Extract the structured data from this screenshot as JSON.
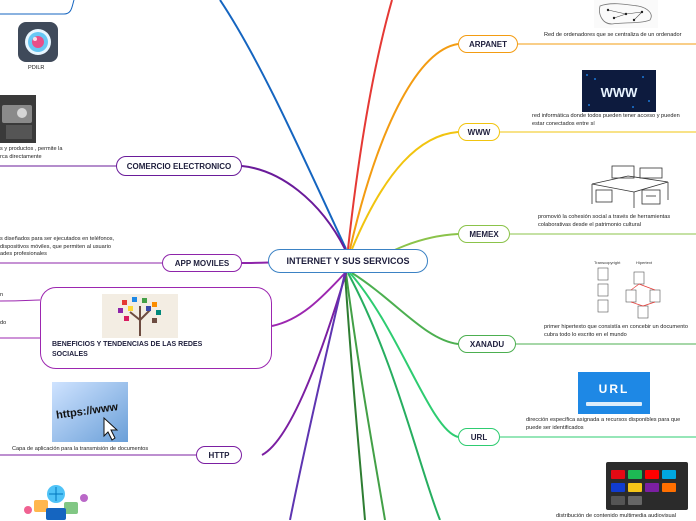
{
  "central": {
    "title": "INTERNET Y SUS SERVICOS"
  },
  "right_branches": [
    {
      "label": "ARPANET",
      "note": "Red de ordenadores que se centraliza de un ordenador"
    },
    {
      "label": "WWW",
      "note_lines": [
        "red informática donde todos pueden tener acceso y pueden",
        "estar conectados entre sí"
      ]
    },
    {
      "label": "MEMEX",
      "note_lines": [
        "promovió la cohesión social a través de herramientas",
        "colaborativas desde el patrimonio cultural"
      ]
    },
    {
      "label": "XANADU",
      "note_lines": [
        "primer hipertexto que consistía en concebir un documento",
        "cubra todo lo escrito en el mundo"
      ]
    },
    {
      "label": "URL",
      "note_lines": [
        "dirección específica asignada a recursos disponibles para que",
        "puede ser identificados"
      ]
    },
    {
      "label": "",
      "note": "distribución de contenido multimedia audiovisual"
    }
  ],
  "left_branches": {
    "pdlr": {
      "label": "PDILR"
    },
    "comercio": {
      "label": "COMERCIO ELECTRONICO",
      "note_lines": [
        "s y productos , permite la",
        "rca directamente"
      ]
    },
    "app": {
      "label": "APP MOVILES",
      "note_lines": [
        "s diseñados para ser ejecutados en teléfonos,",
        "dispositivos móviles, que permiten al usuario",
        "ades profesionales"
      ]
    },
    "redes": {
      "title_lines": [
        "BENEFICIOS Y TENDENCIAS DE LAS REDES",
        "SOCIALES"
      ],
      "stub_lines": [
        "n",
        "do"
      ]
    },
    "http": {
      "label": "HTTP",
      "note": "Capa de aplicación para la transmisión de documentos"
    }
  },
  "images": {
    "www_text": "WWW",
    "url_text": "URL",
    "https_text": "https://www",
    "xanadu_left": "Transcopyright",
    "xanadu_right": "Hipertext"
  },
  "colors": {
    "arpanet": "#f39c12",
    "www": "#f1c40f",
    "memex": "#8bc34a",
    "xanadu": "#4caf50",
    "url": "#2ecc71",
    "bottom_right": "#27ae60",
    "comercio": "#6a1b9a",
    "app": "#8e24aa",
    "redes": "#9c27b0",
    "http": "#7b1fa2",
    "top_left": "#1565c0",
    "central_border": "#3b82c4",
    "red_branch": "#e53935"
  }
}
